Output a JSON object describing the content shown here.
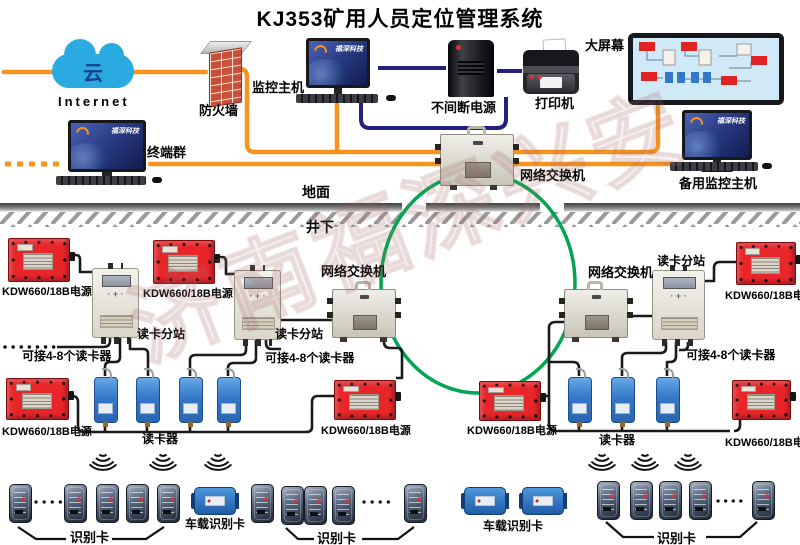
{
  "title": "KJ353矿用人员定位管理系统",
  "watermark": "济南福深兴安",
  "colors": {
    "orange_line": "#F7941E",
    "navy_line": "#23207F",
    "green_ring": "#00A651",
    "black_cable": "#1A1A1A",
    "power_red": "#E8262A",
    "reader_blue": "#3478C8",
    "cloud_blue": "#29ABE2"
  },
  "surface": {
    "cloud": "云",
    "internet": "Internet",
    "firewall": "防火墙",
    "monitor_host": "监控主机",
    "ups": "不间断电源",
    "printer": "打印机",
    "big_screen": "大屏幕",
    "terminal_group": "终端群",
    "network_switch": "网络交换机",
    "backup_host": "备用监控主机",
    "ground": "地面",
    "underground": "井下",
    "logo": "福深科技"
  },
  "underground": {
    "network_switch": "网络交换机",
    "power": "KDW660/18B电源",
    "substation": "读卡分站",
    "expand": "可接4-8个读卡器",
    "reader": "读卡器",
    "id_card": "识别卡",
    "vehicle_card": "车载识别卡"
  }
}
